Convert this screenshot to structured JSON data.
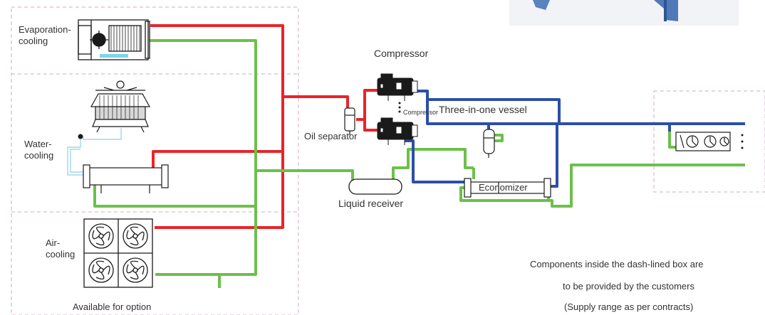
{
  "labels": {
    "evaporation_line1": "Evaporation-",
    "evaporation_line2": "cooling",
    "water_line1": "Water-",
    "water_line2": "cooling",
    "air_line1": "Air-",
    "air_line2": "cooling",
    "available_for_option": "Available for option",
    "compressor": "Compressor",
    "compressor_small": "Compressor",
    "three_in_one_vessel": "Three-in-one vessel",
    "oil_separator": "Oil separator",
    "liquid_receiver": "Liquid receiver",
    "economizer": "Economizer"
  },
  "note": {
    "line1": "Components inside the dash-lined box are",
    "line2": "to be provided by the customers",
    "line3": "(Supply range as per contracts)"
  },
  "colors": {
    "discharge_line": "#e8242a",
    "liquid_line": "#6cc04a",
    "suction_line": "#2b4fa8",
    "dashed_box": "#d6a8c6",
    "equipment": "#1a1a1a",
    "water_pipe": "#8fd0e0"
  }
}
